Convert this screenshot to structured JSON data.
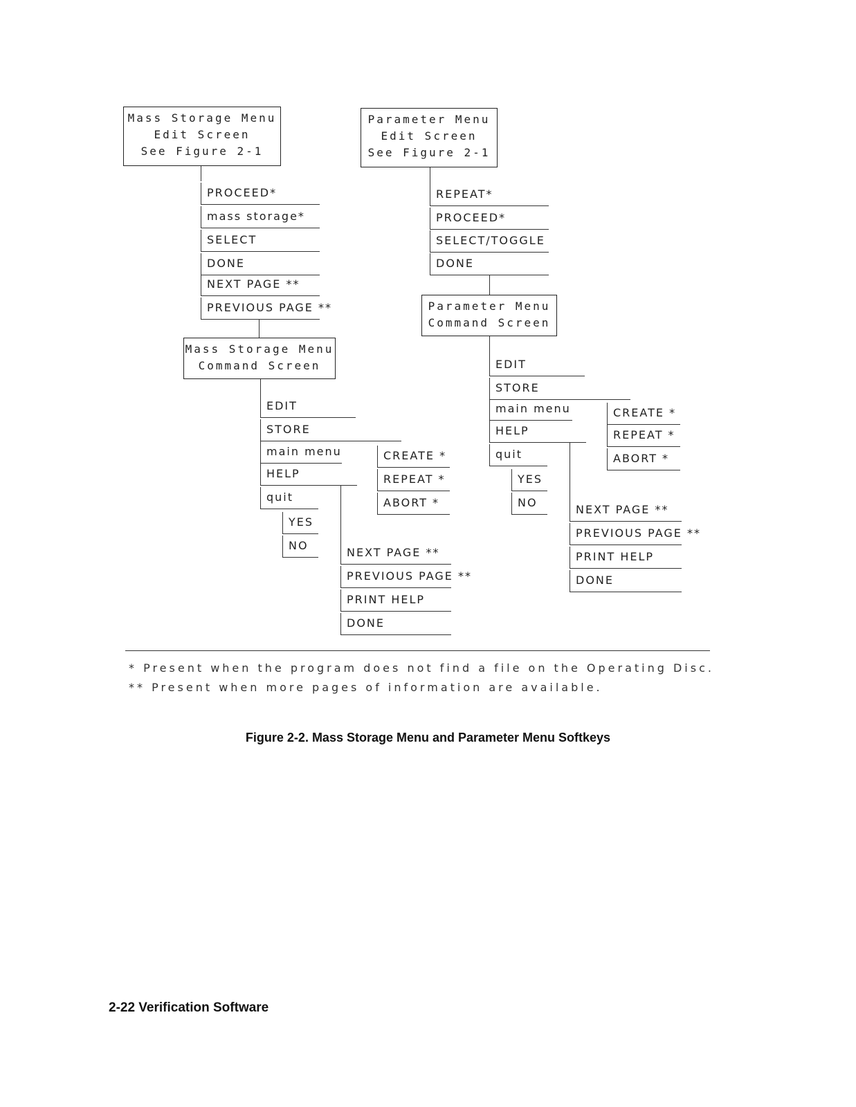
{
  "mass_storage": {
    "edit_screen": [
      "Mass Storage Menu",
      "Edit Screen",
      "See Figure 2-1"
    ],
    "edit_keys": [
      "PROCEED*",
      "mass storage*",
      "SELECT",
      "DONE",
      "NEXT PAGE **",
      "PREVIOUS PAGE **"
    ],
    "command_screen": [
      "Mass Storage Menu",
      "Command Screen"
    ],
    "command_keys": [
      "EDIT",
      "STORE",
      "main menu",
      "HELP",
      "quit"
    ],
    "main_menu_keys": [
      "CREATE *",
      "REPEAT *",
      "ABORT *"
    ],
    "quit_keys": [
      "YES",
      "NO"
    ],
    "help_keys": [
      "NEXT PAGE **",
      "PREVIOUS PAGE **",
      "PRINT HELP",
      "DONE"
    ]
  },
  "parameter": {
    "edit_screen": [
      "Parameter Menu",
      "Edit Screen",
      "See Figure 2-1"
    ],
    "edit_keys": [
      "REPEAT*",
      "PROCEED*",
      "SELECT/TOGGLE",
      "DONE"
    ],
    "command_screen": [
      "Parameter Menu",
      "Command Screen"
    ],
    "command_keys": [
      "EDIT",
      "STORE",
      "main menu",
      "HELP",
      "quit"
    ],
    "main_menu_keys": [
      "CREATE *",
      "REPEAT *",
      "ABORT *"
    ],
    "quit_keys": [
      "YES",
      "NO"
    ],
    "help_keys": [
      "NEXT PAGE **",
      "PREVIOUS PAGE **",
      "PRINT HELP",
      "DONE"
    ]
  },
  "footnotes": [
    "* Present when the program does not find a file on the Operating Disc.",
    "** Present when more pages of information are available."
  ],
  "caption": "Figure 2-2. Mass Storage Menu and Parameter Menu Softkeys",
  "page_footer": "2-22   Verification Software"
}
